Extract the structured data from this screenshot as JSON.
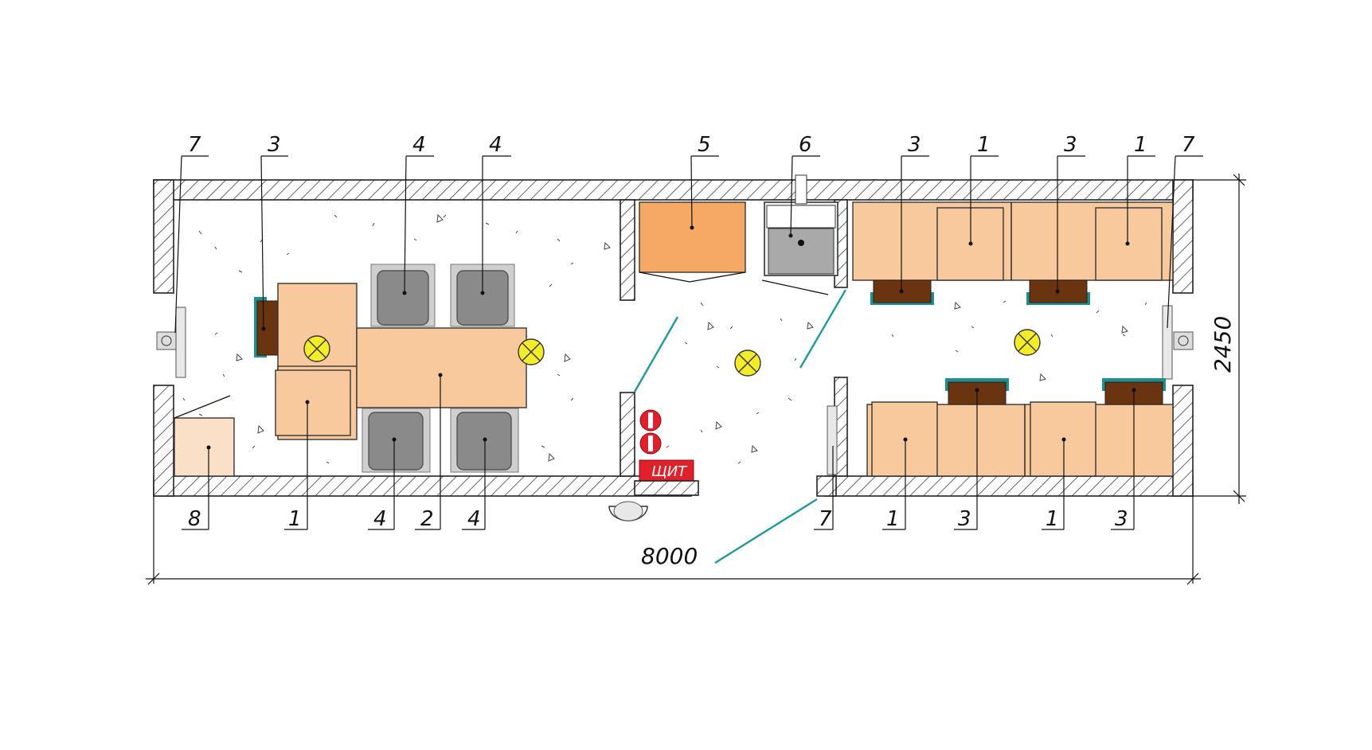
{
  "plan": {
    "overall_length": "8000",
    "overall_width": "2450",
    "shield_label": "ЩИТ",
    "callouts_top": [
      "7",
      "3",
      "4",
      "4",
      "5",
      "6",
      "3",
      "1",
      "3",
      "1",
      "7"
    ],
    "callouts_bottom": [
      "8",
      "1",
      "4",
      "2",
      "4",
      "7",
      "1",
      "3",
      "1",
      "3"
    ],
    "colors": {
      "wall_hatch": "#333333",
      "furniture": "#f9c99e",
      "cabinet": "#f5a964",
      "chair": "#8a8a8a",
      "radiator_brown": "#6b3410",
      "radiator_outline": "#1f8f8f",
      "lamp": "#f2ec2a",
      "fire_extinguisher": "#e0202a",
      "door_swing": "#1f9a9a"
    },
    "icons": [
      "ceiling-lamp-icon",
      "fire-extinguisher-icon",
      "electric-shield-icon",
      "outdoor-light-icon",
      "air-conditioner-icon"
    ]
  }
}
